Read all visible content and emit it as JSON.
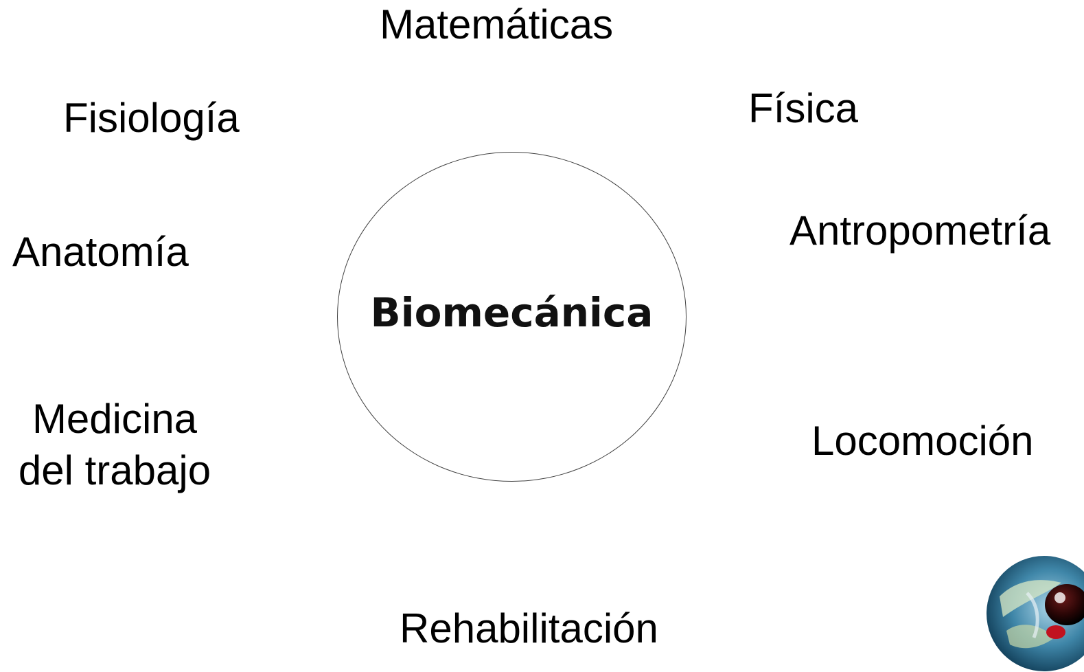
{
  "hub": {
    "label": "Biomecánica"
  },
  "terms": {
    "matematicas": "Matemáticas",
    "fisiologia": "Fisiología",
    "fisica": "Física",
    "anatomia": "Anatomía",
    "antropometria": "Antropometría",
    "locomocion": "Locomoción",
    "medicina_line1": "Medicina",
    "medicina_line2": "del trabajo",
    "rehabilitacion": "Rehabilitación"
  },
  "colors": {
    "text": "#000000",
    "circle_stroke": "#404040",
    "background": "#ffffff"
  },
  "icons": {
    "logo": "globe-eye-logo"
  }
}
